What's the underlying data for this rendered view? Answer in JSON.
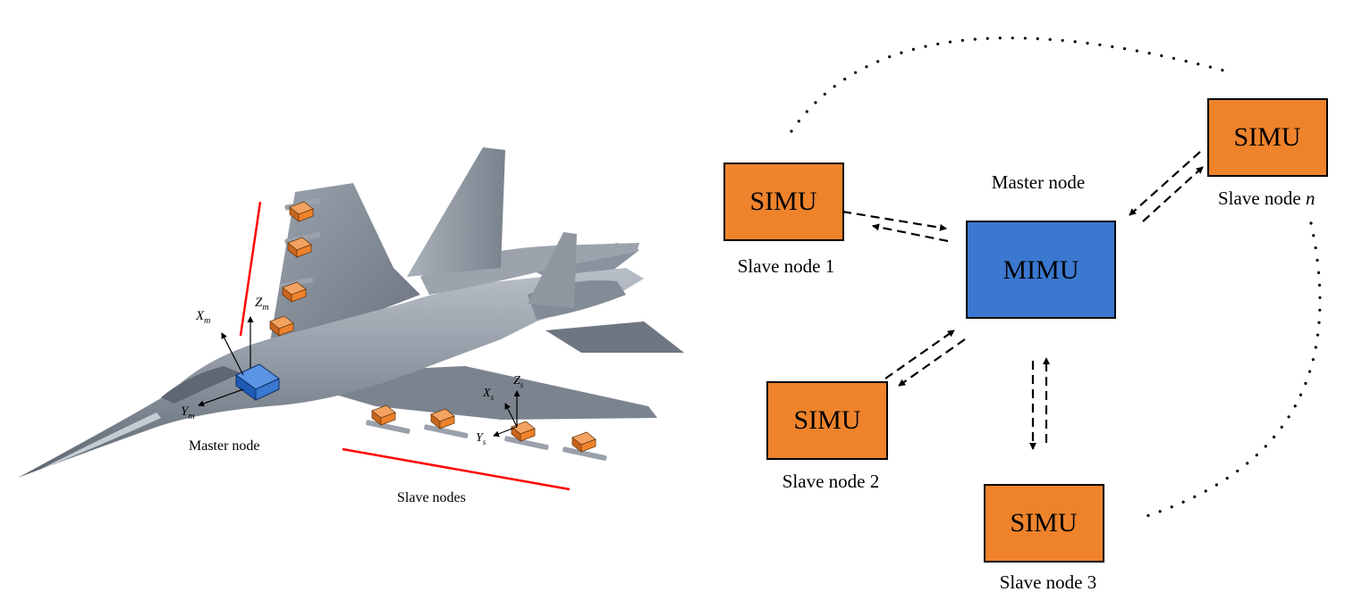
{
  "aircraft": {
    "master_node_label": "Master node",
    "slave_nodes_label": "Slave nodes",
    "master_axes": {
      "x": "X",
      "x_sub": "m",
      "y": "Y",
      "y_sub": "m",
      "z": "Z",
      "z_sub": "m"
    },
    "slave_axes": {
      "x": "X",
      "x_sub": "s",
      "y": "Y",
      "y_sub": "s",
      "z": "Z",
      "z_sub": "s"
    }
  },
  "network": {
    "master": {
      "box_text": "MIMU",
      "caption": "Master node"
    },
    "slaves": [
      {
        "box_text": "SIMU",
        "caption": "Slave node 1",
        "caption_var": ""
      },
      {
        "box_text": "SIMU",
        "caption": "Slave node 2",
        "caption_var": ""
      },
      {
        "box_text": "SIMU",
        "caption": "Slave node 3",
        "caption_var": ""
      },
      {
        "box_text": "SIMU",
        "caption": "Slave node ",
        "caption_var": "n"
      }
    ]
  },
  "colors": {
    "master_fill": "#3b78d0",
    "slave_fill": "#ee832c",
    "box_stroke": "#000000",
    "aircraft_body": "#8c949f",
    "aircraft_shadow": "#5a626d",
    "aircraft_light": "#b6bcc5",
    "accent_line": "#ff0000"
  }
}
